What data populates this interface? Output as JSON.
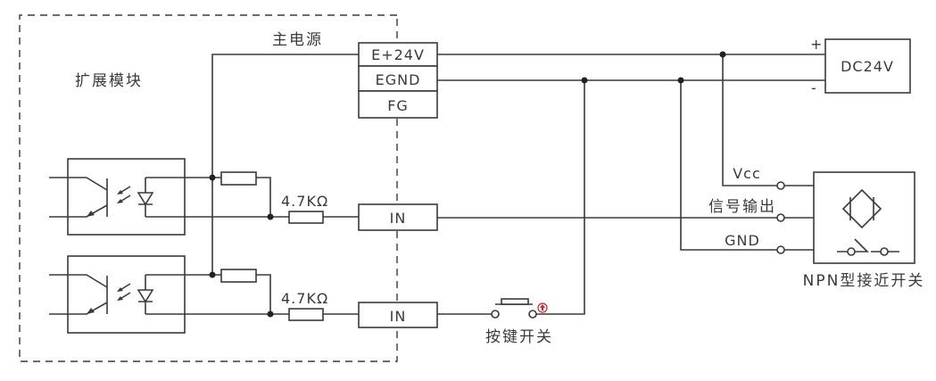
{
  "module_label": "扩展模块",
  "power_label": "主电源",
  "terminals": [
    "E+24V",
    "EGND",
    "FG"
  ],
  "inputs": [
    {
      "label": "IN",
      "resistor": "4.7KΩ"
    },
    {
      "label": "IN",
      "resistor": "4.7KΩ"
    }
  ],
  "power_supply": {
    "label": "DC24V",
    "plus": "+",
    "minus": "-"
  },
  "sensor": {
    "title": "NPN型接近开关",
    "pins": [
      "Vcc",
      "信号输出",
      "GND"
    ]
  },
  "push_button": {
    "label": "按键开关"
  },
  "colors": {
    "line": "#3a3a3a",
    "indicator": "#d0202a"
  }
}
